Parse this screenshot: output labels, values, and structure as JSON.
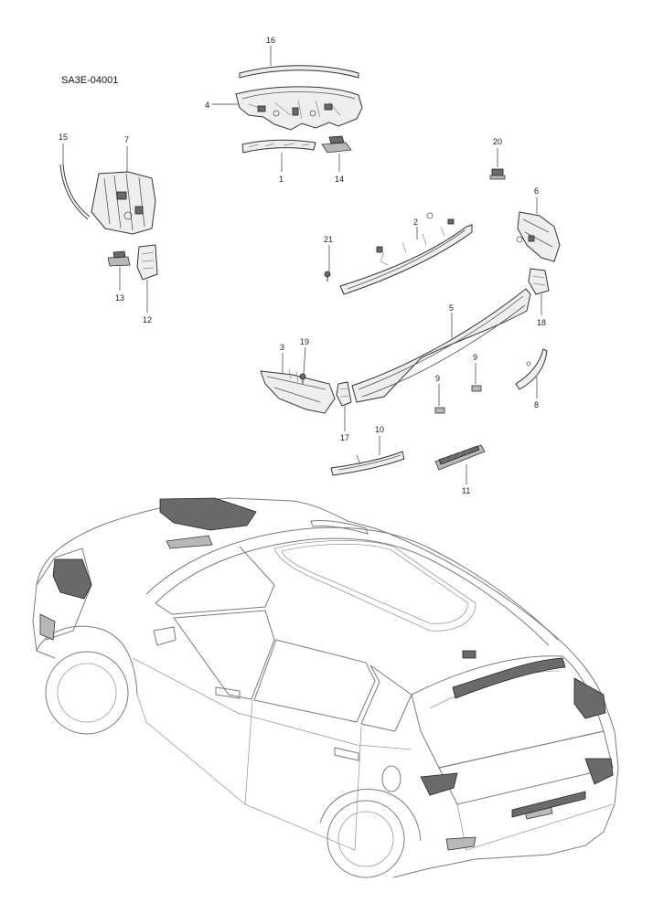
{
  "diagram": {
    "code": "SA3E-04001",
    "callouts": [
      {
        "id": "c16",
        "label": "16"
      },
      {
        "id": "c4",
        "label": "4"
      },
      {
        "id": "c1",
        "label": "1"
      },
      {
        "id": "c14",
        "label": "14"
      },
      {
        "id": "c15",
        "label": "15"
      },
      {
        "id": "c7",
        "label": "7"
      },
      {
        "id": "c13",
        "label": "13"
      },
      {
        "id": "c12",
        "label": "12"
      },
      {
        "id": "c20",
        "label": "20"
      },
      {
        "id": "c6",
        "label": "6"
      },
      {
        "id": "c2",
        "label": "2"
      },
      {
        "id": "c21",
        "label": "21"
      },
      {
        "id": "c18",
        "label": "18"
      },
      {
        "id": "c5",
        "label": "5"
      },
      {
        "id": "c3",
        "label": "3"
      },
      {
        "id": "c19",
        "label": "19"
      },
      {
        "id": "c9a",
        "label": "9"
      },
      {
        "id": "c9b",
        "label": "9"
      },
      {
        "id": "c8",
        "label": "8"
      },
      {
        "id": "c17",
        "label": "17"
      },
      {
        "id": "c10",
        "label": "10"
      },
      {
        "id": "c11",
        "label": "11"
      }
    ]
  }
}
